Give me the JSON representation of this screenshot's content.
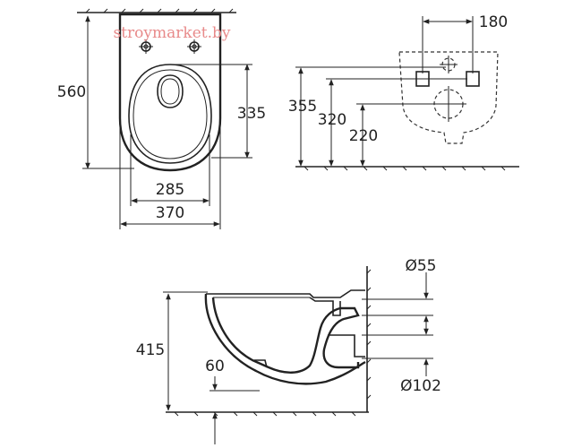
{
  "watermark": "stroymarket.by",
  "top_view": {
    "dim_length": "560",
    "dim_bowl_length": "335",
    "dim_inner_width": "285",
    "dim_outer_width": "370"
  },
  "rear_view": {
    "dim_hole_spacing": "180",
    "dim_height_355": "355",
    "dim_height_320": "320",
    "dim_height_220": "220"
  },
  "side_view": {
    "dim_height": "415",
    "dim_floor_offset": "60",
    "dim_inlet_diameter": "Ø55",
    "dim_outlet_diameter": "Ø102"
  },
  "colors": {
    "line": "#222222",
    "watermark": "#e88a8a"
  }
}
